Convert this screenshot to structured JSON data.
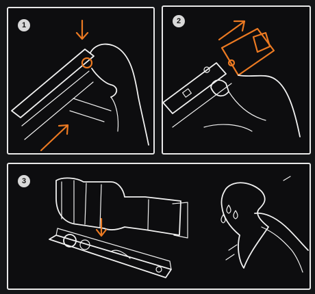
{
  "steps": [
    {
      "number": "1"
    },
    {
      "number": "2"
    },
    {
      "number": "3"
    }
  ],
  "colors": {
    "background": "#0d0d0f",
    "line_art": "#f1f1f1",
    "accent_arrow": "#ec7a22",
    "badge": "#d9d9d9"
  },
  "icons": [
    "down-arrow-icon",
    "up-right-arrow-icon",
    "hand-icon",
    "cleaning-cloth-icon",
    "water-drops-icon"
  ]
}
